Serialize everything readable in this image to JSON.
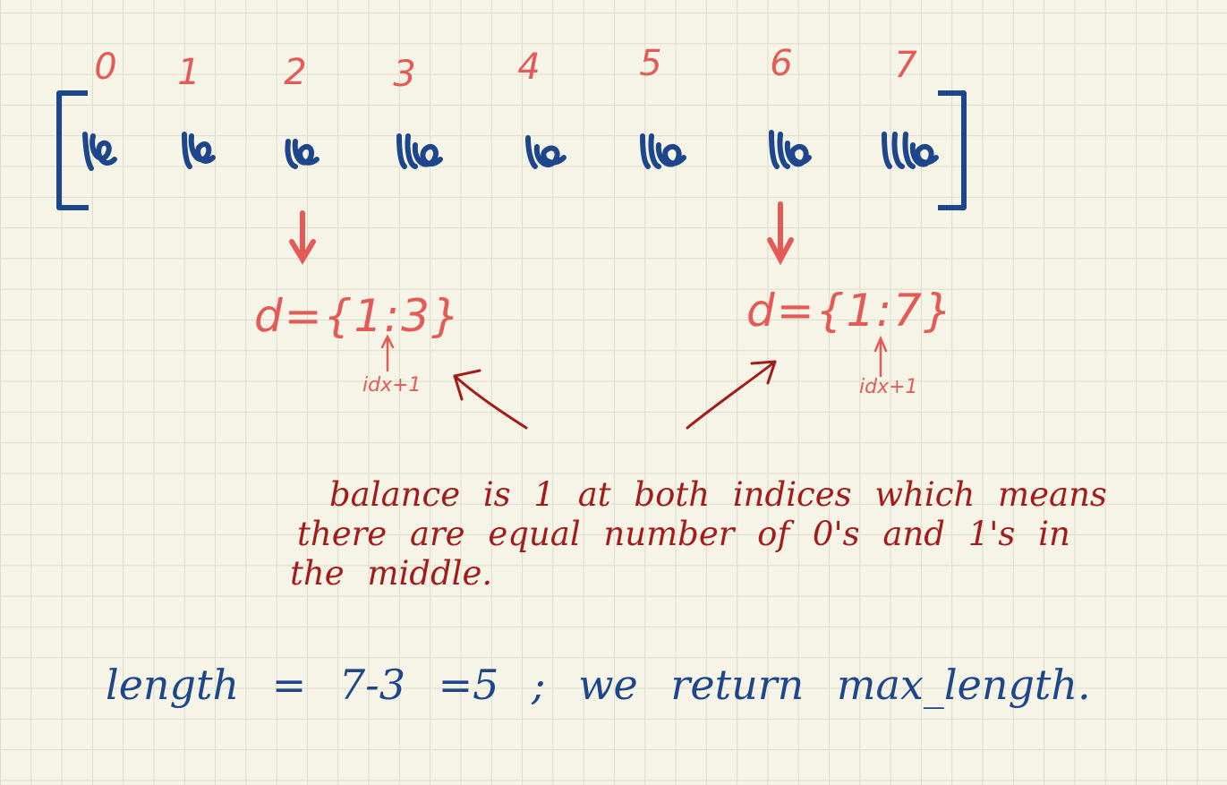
{
  "indices": [
    "0",
    "1",
    "2",
    "3",
    "4",
    "5",
    "6",
    "7"
  ],
  "left_dict": {
    "expr": "d={1:3}",
    "note": "idx+1"
  },
  "right_dict": {
    "expr": "d={1:7}",
    "note": "idx+1"
  },
  "explanation": {
    "line1": "balance is 1 at both indices which means",
    "line2": "there are equal number of 0's and 1's in",
    "line3": "the middle."
  },
  "formula": "length = 7-3 =5 ; we return max_length.",
  "colors": {
    "index": "#e45a57",
    "array": "#1d468c",
    "explanation": "#a31c1c",
    "formula": "#1d468c"
  }
}
